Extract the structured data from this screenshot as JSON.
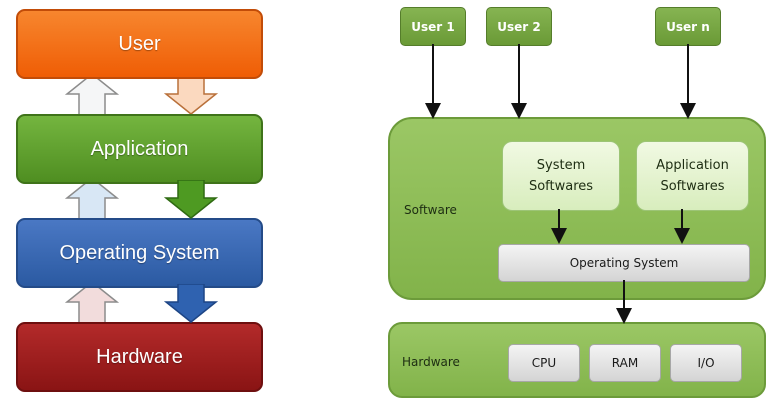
{
  "left_stack": {
    "layers": [
      "User",
      "Application",
      "Operating System",
      "Hardware"
    ]
  },
  "right_diagram": {
    "users": [
      "User 1",
      "User 2",
      "User n"
    ],
    "software": {
      "label": "Software",
      "system_softwares": [
        "System",
        "Softwares"
      ],
      "application_softwares": [
        "Application",
        "Softwares"
      ],
      "operating_system": "Operating System"
    },
    "hardware": {
      "label": "Hardware",
      "components": [
        "CPU",
        "RAM",
        "I/O"
      ]
    }
  },
  "colors": {
    "user": "#ef5d05",
    "application": "#4f8e21",
    "operating_system": "#2b5aa2",
    "hardware": "#8a1414",
    "up_arrow_fill": "#f4f6f8",
    "panel_green": "#8bbb53"
  }
}
